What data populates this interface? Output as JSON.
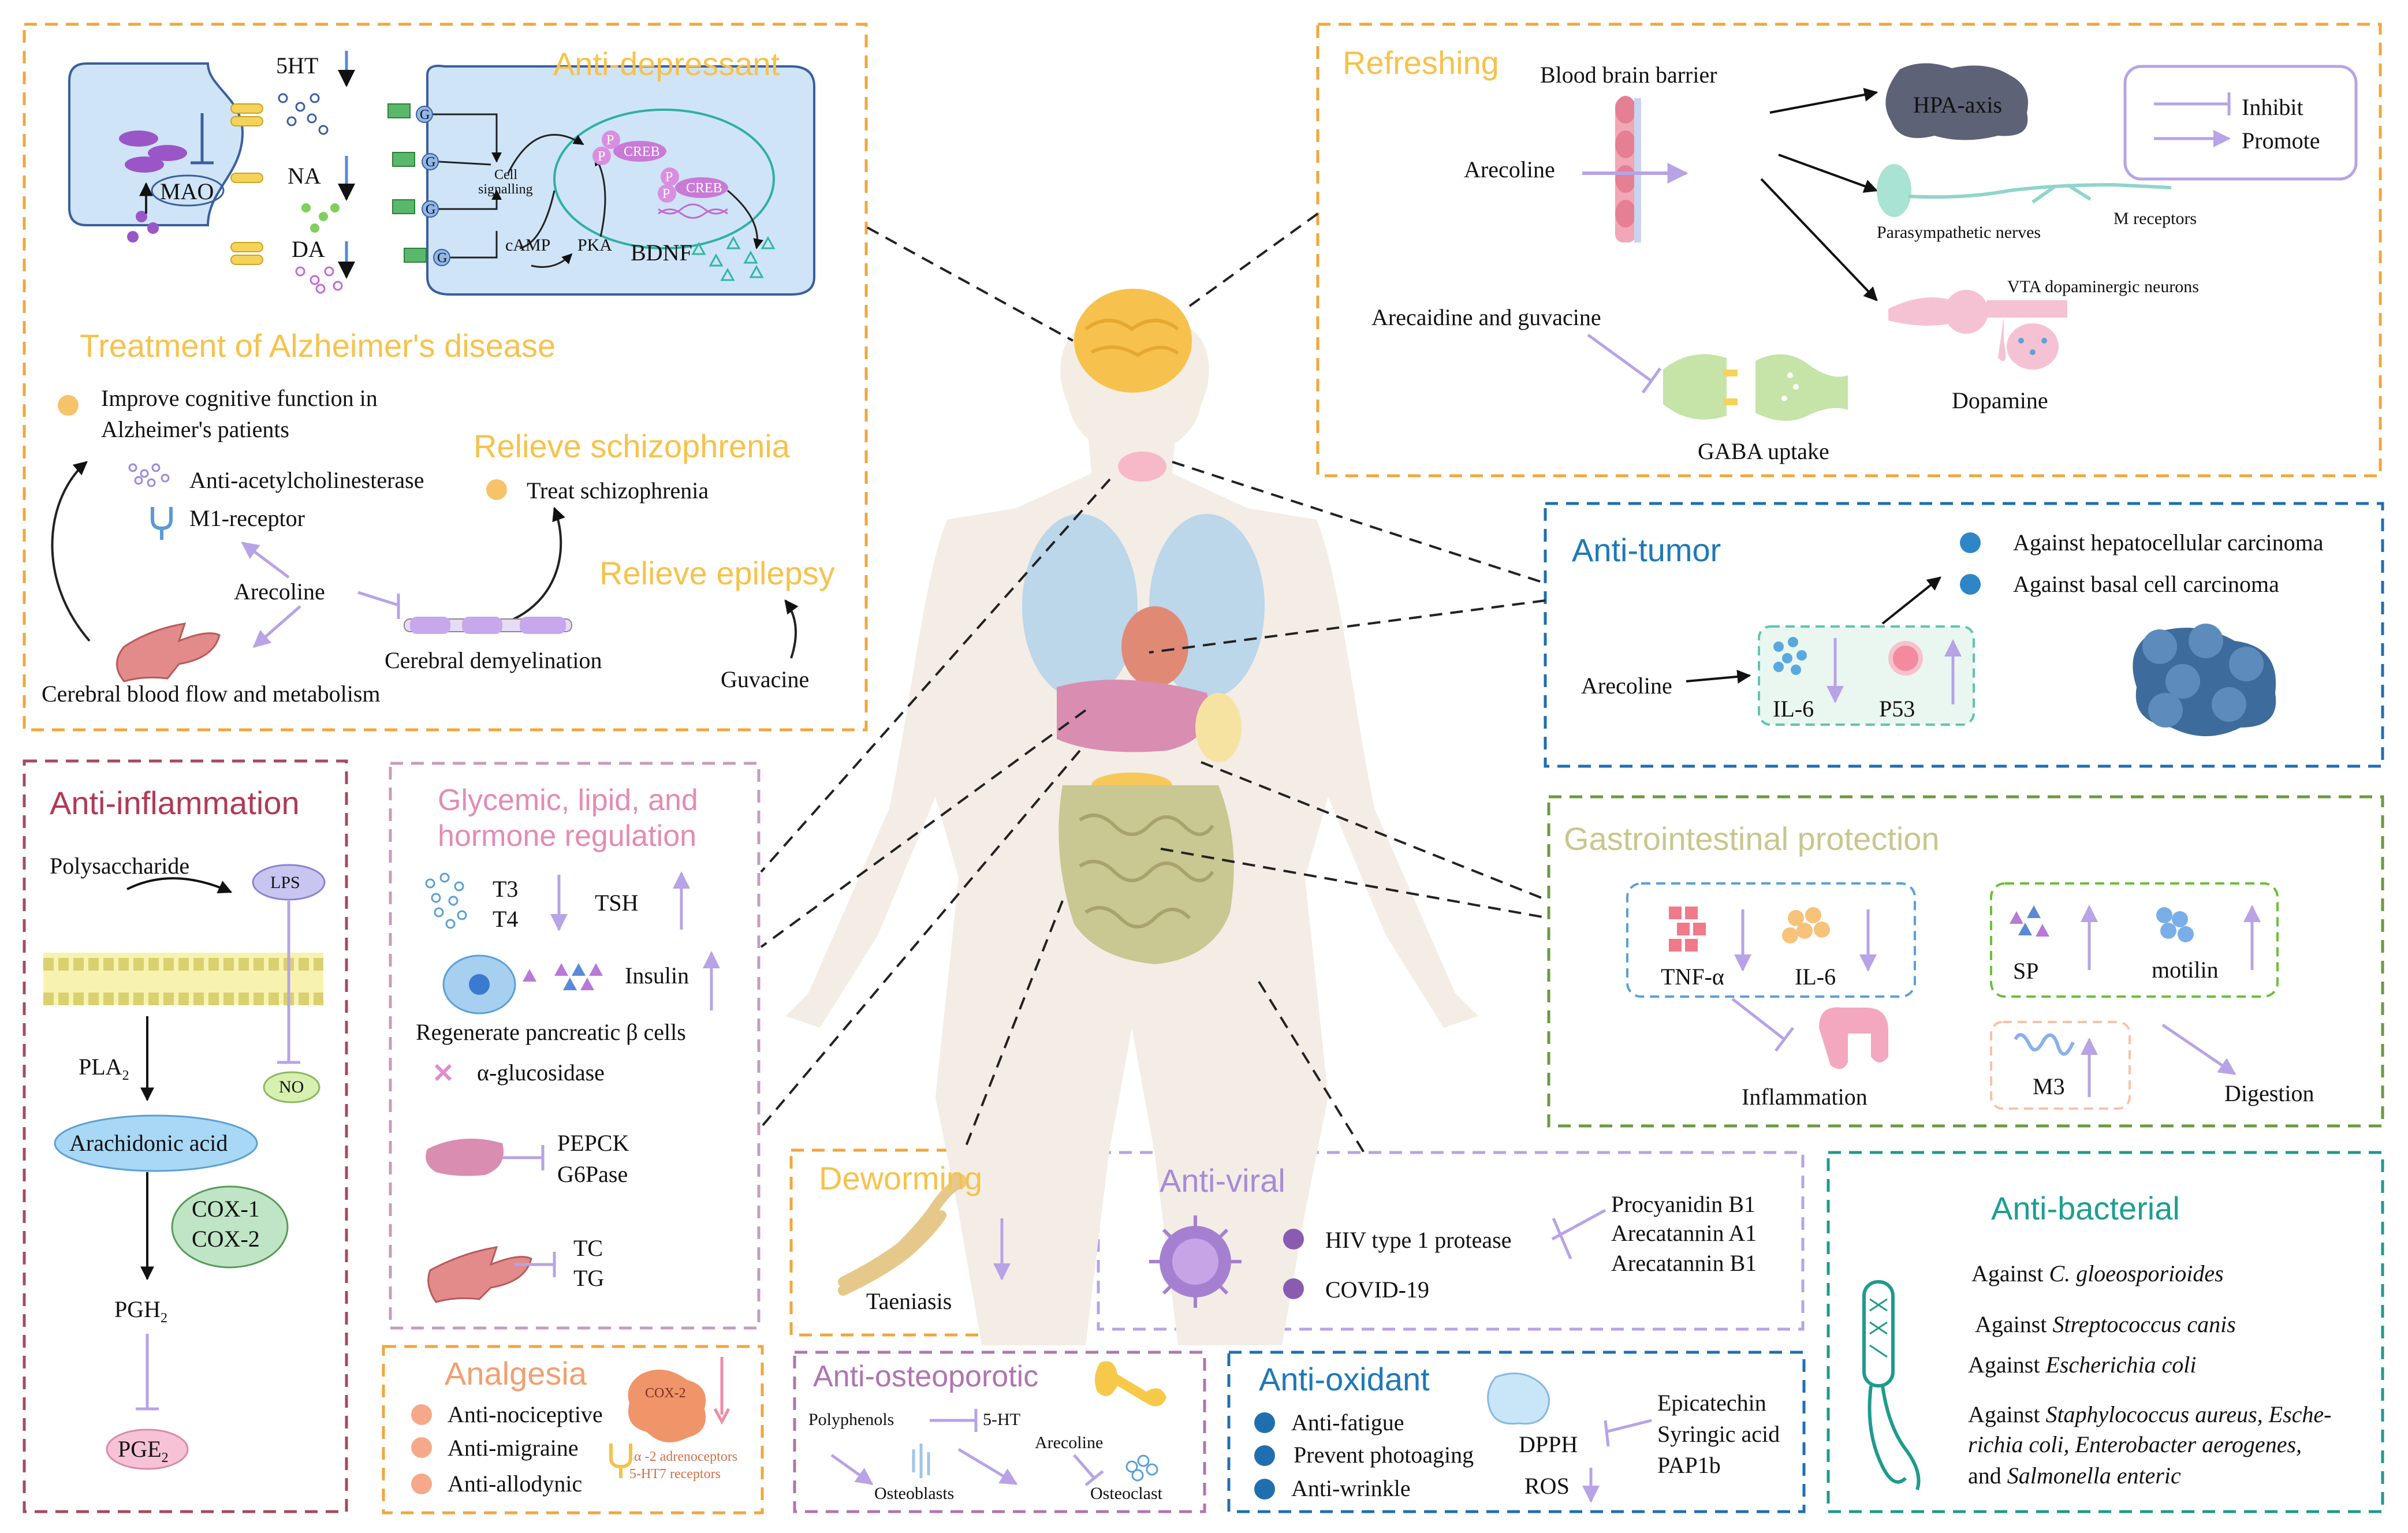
{
  "colors": {
    "orange": "#f2a63c",
    "orange_text": "#f6c24c",
    "purple": "#b7a3e6",
    "purple_text": "#a78bd6",
    "blue": "#1f6fb0",
    "blue_text": "#1f78b8",
    "maroon": "#a64a5c",
    "maroon_text": "#b03a55",
    "pink": "#d99bbf",
    "pink_text": "#e38bb6",
    "green": "#6a9a3e",
    "green_text": "#c8c68d",
    "teal": "#1f9a8e",
    "teal_text": "#1f9d92",
    "lilac_text": "#9b6fc8",
    "violet_text": "#b074b0"
  },
  "anti_depressant": {
    "title": "Anti-depressant",
    "labels": {
      "ht5": "5HT",
      "na": "NA",
      "da": "DA",
      "mao": "MAO",
      "cell_signalling_1": "Cell",
      "cell_signalling_2": "signalling",
      "camp": "cAMP",
      "pka": "PKA",
      "creb1": "CREB",
      "creb2": "CREB",
      "p": "P",
      "bdnf": "BDNF",
      "g": "G"
    }
  },
  "alzheimer": {
    "title": "Treatment of Alzheimer's disease",
    "improve_1": "Improve cognitive function in",
    "improve_2": "Alzheimer's patients",
    "acetyl": "Anti-acetylcholinesterase",
    "m1": "M1-receptor",
    "arecoline": "Arecoline",
    "blood": "Cerebral blood flow and metabolism",
    "demyelination": "Cerebral demyelination"
  },
  "schizophrenia": {
    "title": "Relieve schizophrenia",
    "treat": "Treat schizophrenia"
  },
  "epilepsy": {
    "title": "Relieve epilepsy",
    "guvacine": "Guvacine"
  },
  "refreshing": {
    "title": "Refreshing",
    "bbb": "Blood brain barrier",
    "arecoline": "Arecoline",
    "hpa": "HPA-axis",
    "inhibit": "Inhibit",
    "promote": "Promote",
    "para": "Parasympathetic nerves",
    "m_receptors": "M receptors",
    "vta": "VTA dopaminergic neurons",
    "arecaidine": "Arecaidine and guvacine",
    "dopamine": "Dopamine",
    "gaba": "GABA uptake"
  },
  "anti_tumor": {
    "title": "Anti-tumor",
    "hcc": "Against hepatocellular carcinoma",
    "bcc": "Against basal cell carcinoma",
    "arecoline": "Arecoline",
    "il6": "IL-6",
    "p53": "P53"
  },
  "anti_inflammation": {
    "title": "Anti-inflammation",
    "poly": "Polysaccharide",
    "lps": "LPS",
    "pla2": "PLA",
    "pla2_sub": "2",
    "no": "NO",
    "arachidonic": "Arachidonic acid",
    "cox1": "COX-1",
    "cox2": "COX-2",
    "pgh2": "PGH",
    "pgh2_sub": "2",
    "pge2": "PGE",
    "pge2_sub": "2"
  },
  "glycemic": {
    "title_1": "Glycemic, lipid, and",
    "title_2": "hormone regulation",
    "t3": "T3",
    "t4": "T4",
    "tsh": "TSH",
    "insulin": "Insulin",
    "regenerate": "Regenerate pancreatic β cells",
    "glucosidase": "α-glucosidase",
    "pepck": "PEPCK",
    "g6pase": "G6Pase",
    "tc": "TC",
    "tg": "TG"
  },
  "gastro": {
    "title": "Gastrointestinal protection",
    "tnf": "TNF-α",
    "il6": "IL-6",
    "sp": "SP",
    "motilin": "motilin",
    "inflammation": "Inflammation",
    "m3": "M3",
    "digestion": "Digestion"
  },
  "deworming": {
    "title": "Deworming",
    "taeniasis": "Taeniasis"
  },
  "anti_viral": {
    "title": "Anti-viral",
    "hiv": "HIV type 1 protease",
    "covid": "COVID-19",
    "procyanidin": "Procyanidin B1",
    "arecatannin_a1": "Arecatannin A1",
    "arecatannin_b1": "Arecatannin B1"
  },
  "anti_bacterial": {
    "title": "Anti-bacterial",
    "against": "Against",
    "c_gloeo": "C. gloeosporioides",
    "strep": "Streptococcus canis",
    "ecoli": "Escherichia coli",
    "staph": "Staphylococcus aureus, Esche-",
    "staph_2": "richia coli, Enterobacter aerogenes,",
    "and": "and",
    "salmonella": "Salmonella enteric"
  },
  "analgesia": {
    "title": "Analgesia",
    "nociceptive": "Anti-nociceptive",
    "migraine": "Anti-migraine",
    "allodynic": "Anti-allodynic",
    "cox2": "COX-2",
    "alpha2": "α -2 adrenoceptors",
    "ht7": "5-HT7 receptors"
  },
  "anti_osteoporotic": {
    "title": "Anti-osteoporotic",
    "polyphenols": "Polyphenols",
    "ht5": "5-HT",
    "arecoline": "Arecoline",
    "osteoblasts": "Osteoblasts",
    "osteoclast": "Osteoclast"
  },
  "anti_oxidant": {
    "title": "Anti-oxidant",
    "fatigue": "Anti-fatigue",
    "photoaging": "Prevent  photoaging",
    "wrinkle": "Anti-wrinkle",
    "dpph": "DPPH",
    "ros": "ROS",
    "epicatechin": "Epicatechin",
    "syringic": "Syringic acid",
    "pap1b": "PAP1b"
  }
}
